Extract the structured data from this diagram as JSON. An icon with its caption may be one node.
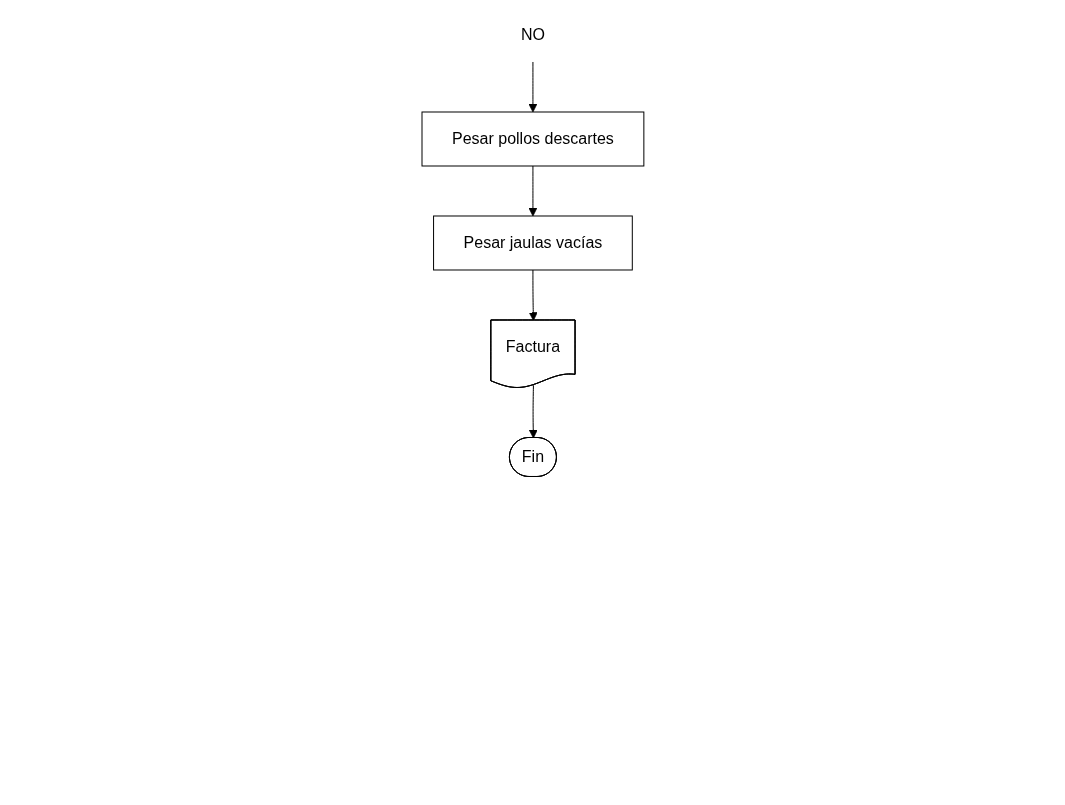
{
  "diagram": {
    "nodes": [
      {
        "text": [
          "NO"
        ]
      },
      {
        "text": [
          "Pesar pollos descartes"
        ]
      },
      {
        "text": [
          "Pesar jaulas vacías"
        ]
      },
      {
        "text": [
          "Factura"
        ]
      },
      {
        "text": [
          "Fin"
        ]
      }
    ],
    "edges": [
      {
        "from": 0,
        "to": 1,
        "arrow": "to"
      },
      {
        "from": 1,
        "to": 2,
        "arrow": "to"
      },
      {
        "from": 2,
        "to": 3,
        "arrow": "to"
      },
      {
        "from": 3,
        "to": 4,
        "arrow": "to"
      }
    ]
  }
}
